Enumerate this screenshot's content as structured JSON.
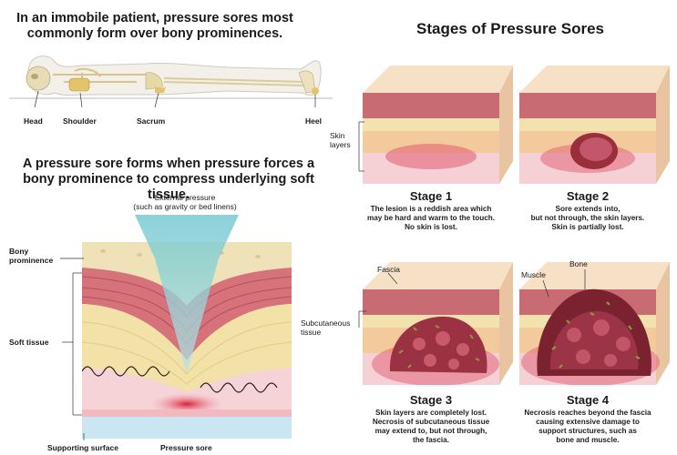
{
  "top_heading_line1": "In an immobile patient, pressure sores most",
  "top_heading_line2": "commonly form over bony prominences.",
  "body_labels": {
    "head": "Head",
    "shoulder": "Shoulder",
    "sacrum": "Sacrum",
    "heel": "Heel"
  },
  "mid_heading_line1": "A pressure sore forms when pressure forces a",
  "mid_heading_line2": "bony prominence to compress underlying soft tissue.",
  "external_pressure_line1": "External pressure",
  "external_pressure_line2": "(such as gravity or bed linens)",
  "cross_labels": {
    "bony_line1": "Bony",
    "bony_line2": "prominence",
    "soft_tissue": "Soft tissue",
    "supporting_surface": "Supporting surface",
    "pressure_sore": "Pressure sore"
  },
  "stages_heading": "Stages of Pressure Sores",
  "stage_labels": {
    "skin_line1": "Skin",
    "skin_line2": "layers",
    "subcut_line1": "Subcutaneous",
    "subcut_line2": "tissue",
    "fascia": "Fascia",
    "muscle": "Muscle",
    "bone": "Bone"
  },
  "stages": [
    {
      "title": "Stage 1",
      "line1": "The lesion is a reddish area which",
      "line2": "may be hard and warm to the touch.",
      "line3": "No skin is lost."
    },
    {
      "title": "Stage 2",
      "line1": "Sore extends into,",
      "line2": "but not through, the skin layers.",
      "line3": "Skin is partially lost."
    },
    {
      "title": "Stage 3",
      "line1": "Skin layers are completely lost.",
      "line2": "Necrosis of subcutaneous tissue",
      "line3": "may extend to, but not through,",
      "line4": "the fascia."
    },
    {
      "title": "Stage 4",
      "line1": "Necrosis reaches beyond the fascia",
      "line2": "causing extensive damage to",
      "line3": "support structures, such as",
      "line4": "bone and muscle."
    }
  ]
}
